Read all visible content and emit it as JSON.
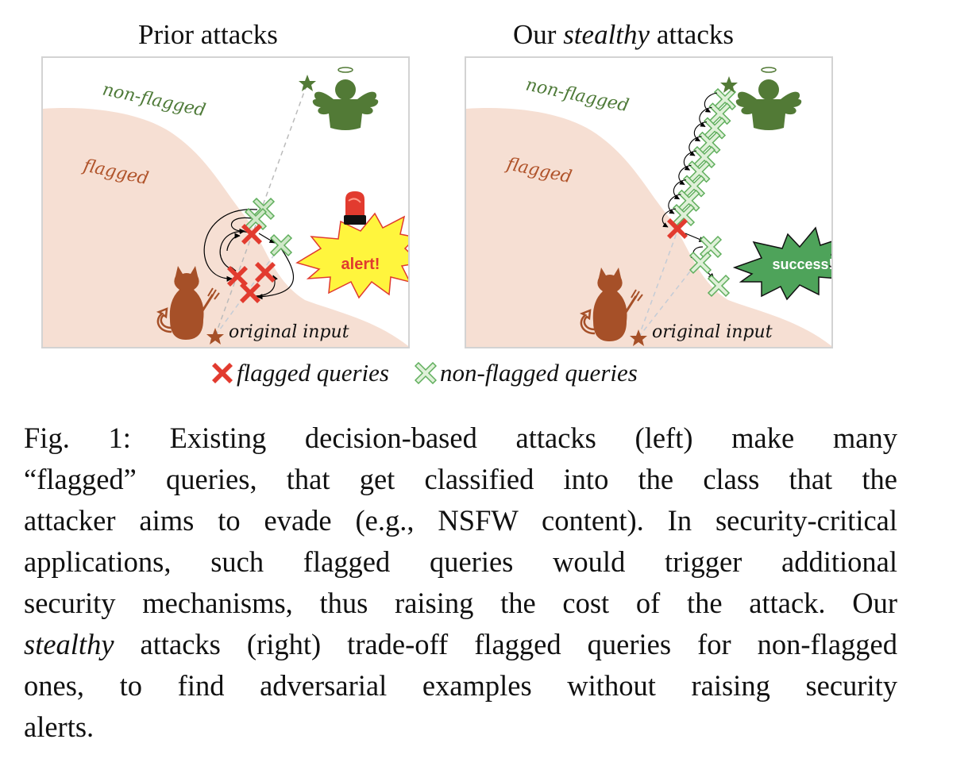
{
  "figure": {
    "panels": [
      {
        "id": "left",
        "title_plain": "Prior attacks",
        "label_nonflagged": "non-flagged",
        "label_flagged": "flagged",
        "label_start": "original input",
        "callout_text": "alert!",
        "callout_color": "#fff53d",
        "callout_text_color": "#e03a2f"
      },
      {
        "id": "right",
        "title_prefix": "Our ",
        "title_italic": "stealthy",
        "title_suffix": " attacks",
        "label_nonflagged": "non-flagged",
        "label_flagged": "flagged",
        "label_start": "original input",
        "callout_text": "success!",
        "callout_color": "#4ea35a",
        "callout_text_color": "#ffffff"
      }
    ],
    "legend": [
      {
        "icon": "flagged-query-icon",
        "label": "flagged queries"
      },
      {
        "icon": "non-flagged-query-icon",
        "label": "non-flagged queries"
      }
    ],
    "colors": {
      "flagged_region": "#f6dfd3",
      "flagged_text": "#b0532a",
      "nonflagged_text": "#4e7a38",
      "flagged_query": "#e23b2f",
      "nonflagged_query_fill": "#dff0d8",
      "nonflagged_query_stroke": "#5fae5c",
      "angel": "#527a36",
      "devil": "#a65028"
    }
  },
  "caption": {
    "lines": [
      "Fig. 1: Existing decision-based attacks (left) make many",
      "“flagged” queries, that get classified into the class that the",
      "attacker aims to evade (e.g., NSFW content). In security-critical",
      "applications, such flagged queries would trigger additional",
      "security mechanisms, thus raising the cost of the attack. Our",
      "trade-off flagged queries for non-flagged",
      "ones, to find adversarial examples without raising security",
      "alerts."
    ],
    "line6_italic": "stealthy",
    "line6_mid": " attacks (right) "
  }
}
